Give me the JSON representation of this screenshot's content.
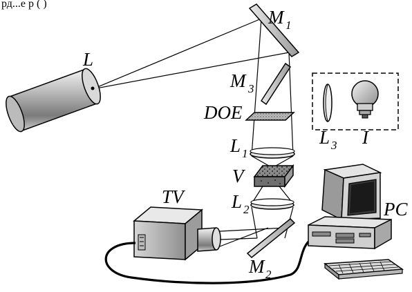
{
  "top_text": "рд...е      р  (  )",
  "labels": {
    "laser": "L",
    "mirror1": {
      "main": "M",
      "sub": "1"
    },
    "mirror3": {
      "main": "M",
      "sub": "3"
    },
    "doe": "DOE",
    "lens1": {
      "main": "L",
      "sub": "1"
    },
    "vessel": "V",
    "lens2": {
      "main": "L",
      "sub": "2"
    },
    "mirror2": {
      "main": "M",
      "sub": "2"
    },
    "tv": "TV",
    "pc": "PC",
    "lens3": {
      "main": "L",
      "sub": "3"
    },
    "lamp": "I"
  }
}
